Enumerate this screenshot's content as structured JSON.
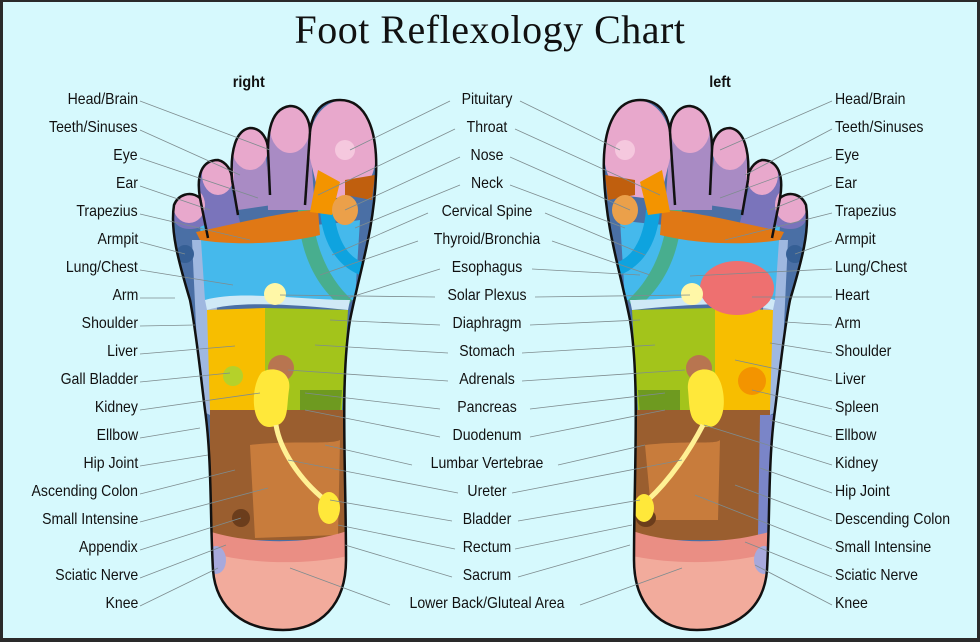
{
  "title": "Foot Reflexology Chart",
  "sides": {
    "right": "right",
    "left": "left"
  },
  "colors": {
    "background": "#d6f9fd",
    "toe_pink": "#e8a8cc",
    "toe_pink_dark": "#d77fb3",
    "toe_purple": "#a98bc4",
    "outer_blue": "#4a6fa5",
    "light_blue": "#9fb8e0",
    "lung_blue": "#45b9ec",
    "orange": "#e07815",
    "liver_yellow": "#f7be00",
    "stomach_green": "#a3c41b",
    "kidney_yellow": "#ffe83a",
    "heart_red": "#ee7070",
    "colon_brown": "#9a5e2f",
    "intestine_tan": "#c87c3c",
    "heel_pink": "#f2ab9c",
    "teal": "#48ae8e"
  },
  "labels": {
    "right_outer": [
      "Head/Brain",
      "Teeth/Sinuses",
      "Eye",
      "Ear",
      "Trapezius",
      "Armpit",
      "Lung/Chest",
      "Arm",
      "Shoulder",
      "Liver",
      "Gall Bladder",
      "Kidney",
      "Ellbow",
      "Hip Joint",
      "Ascending Colon",
      "Small Intensine",
      "Appendix",
      "Sciatic Nerve",
      "Knee"
    ],
    "center": [
      "Pituitary",
      "Throat",
      "Nose",
      "Neck",
      "Cervical Spine",
      "Thyroid/Bronchia",
      "Esophagus",
      "Solar Plexus",
      "Diaphragm",
      "Stomach",
      "Adrenals",
      "Pancreas",
      "Duodenum",
      "Lumbar Vertebrae",
      "Ureter",
      "Bladder",
      "Rectum",
      "Sacrum",
      "Lower Back/Gluteal Area"
    ],
    "left_outer": [
      "Head/Brain",
      "Teeth/Sinuses",
      "Eye",
      "Ear",
      "Trapezius",
      "Armpit",
      "Lung/Chest",
      "Heart",
      "Arm",
      "Shoulder",
      "Liver",
      "Spleen",
      "Ellbow",
      "Kidney",
      "Hip Joint",
      "Descending Colon",
      "Small Intensine",
      "Sciatic Nerve",
      "Knee"
    ]
  }
}
